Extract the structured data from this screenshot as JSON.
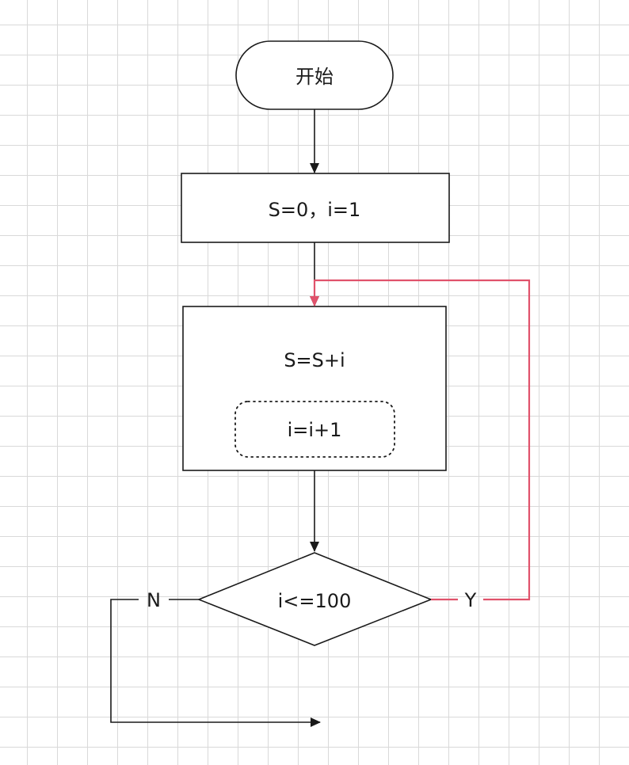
{
  "nodes": {
    "start": {
      "label": "开始"
    },
    "init": {
      "label": "S=0，i=1"
    },
    "loop_body": {
      "label": "S=S+i"
    },
    "increment": {
      "label": "i=i+1"
    },
    "condition": {
      "label": "i<=100"
    }
  },
  "edges": {
    "yes_label": "Y",
    "no_label": "N"
  },
  "colors": {
    "stroke": "#1a1a1a",
    "loop_back": "#e0526b"
  }
}
